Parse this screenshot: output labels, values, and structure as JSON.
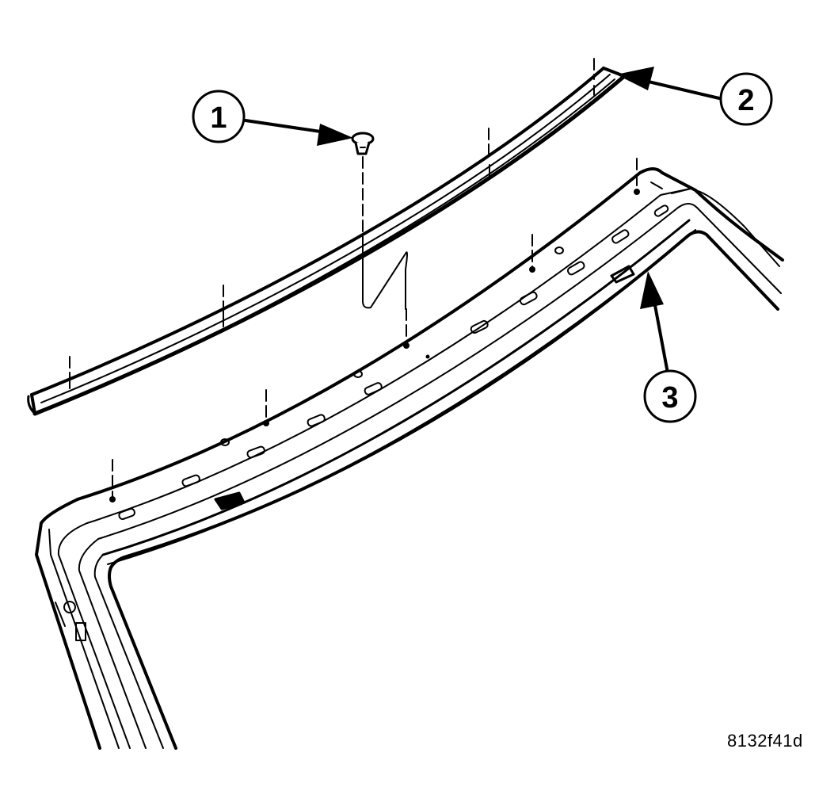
{
  "callouts": [
    {
      "id": "1"
    },
    {
      "id": "2"
    },
    {
      "id": "3"
    }
  ],
  "figure_id": "8132f41d",
  "colors": {
    "ink": "#000000",
    "paper": "#ffffff"
  }
}
